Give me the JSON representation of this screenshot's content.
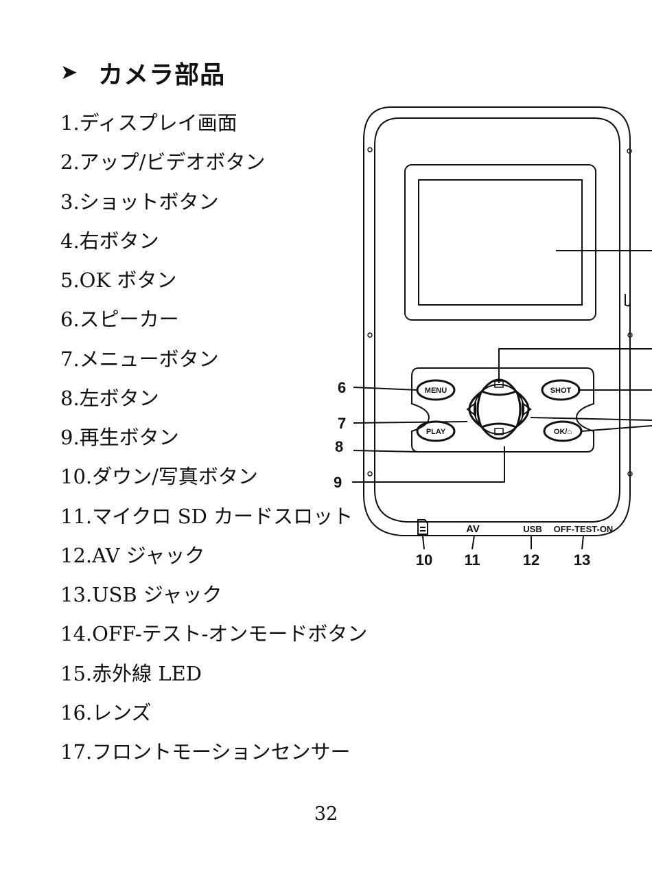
{
  "heading": {
    "bullet": "➤",
    "title": "カメラ部品"
  },
  "parts": [
    "1.ディスプレイ画面",
    "2.アップ/ビデオボタン",
    "3.ショットボタン",
    "4.右ボタン",
    "5.OK ボタン",
    "6.スピーカー",
    "7.メニューボタン",
    "8.左ボタン",
    "9.再生ボタン",
    "10.ダウン/写真ボタン",
    "11.マイクロ SD カードスロット",
    "12.AV ジャック",
    "13.USB ジャック",
    "14.OFF-テスト-オンモードボタン",
    "15.赤外線 LED",
    "16.レンズ",
    "17.フロントモーションセンサー"
  ],
  "diagram": {
    "buttons": {
      "menu": "MENU",
      "shot": "SHOT",
      "play": "PLAY",
      "ok": "OK/⌂"
    },
    "ports": {
      "av": "AV",
      "usb": "USB",
      "mode": "OFF-TEST-ON"
    },
    "callouts": [
      "6",
      "7",
      "8",
      "9",
      "10",
      "11",
      "12",
      "13"
    ]
  },
  "page_number": "32"
}
